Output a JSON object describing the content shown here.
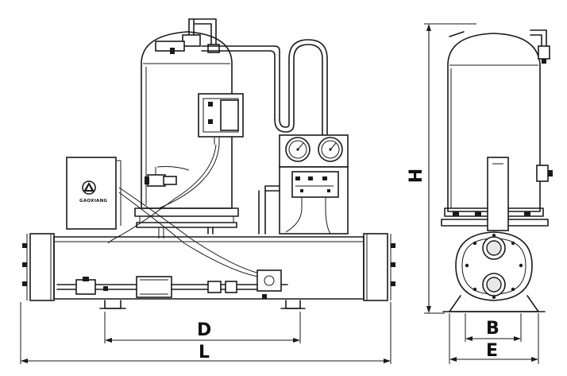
{
  "drawing": {
    "dimensions": {
      "D": "D",
      "L": "L",
      "H": "H",
      "B": "B",
      "E": "E"
    },
    "logo_text": "GAOXIANG"
  }
}
